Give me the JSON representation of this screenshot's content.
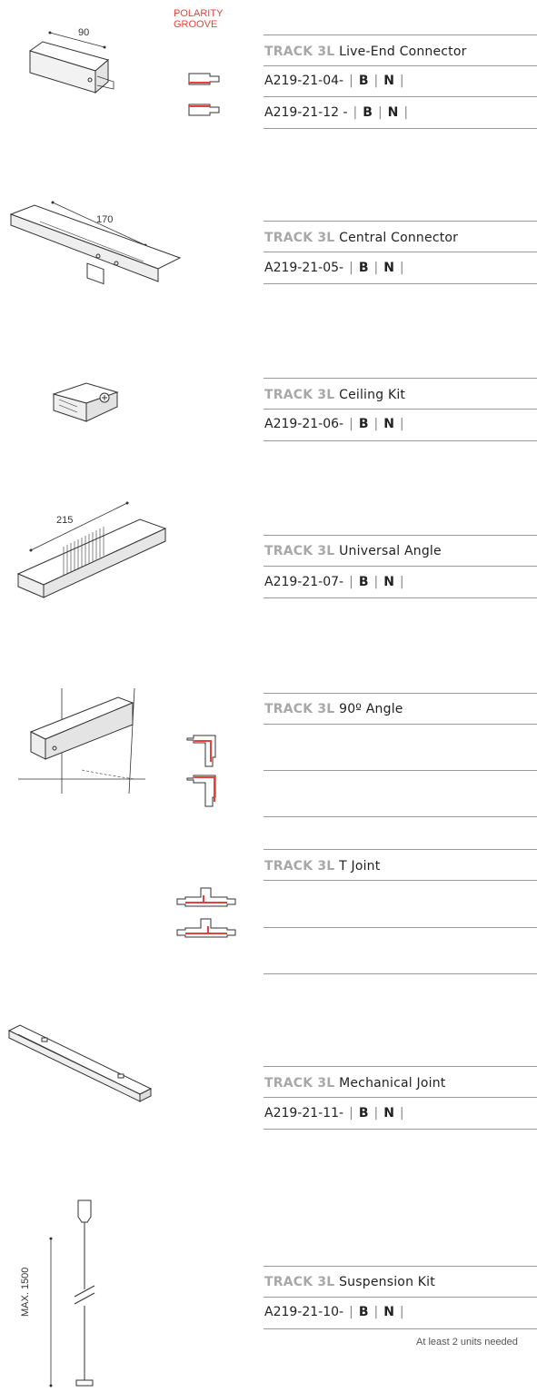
{
  "polarity": {
    "line1": "POLARITY",
    "line2": "GROOVE"
  },
  "dimensions": {
    "live_end": "90",
    "central": "170",
    "universal": "215",
    "suspension": "MAX. 1500"
  },
  "products": [
    {
      "brand": "TRACK 3L",
      "name": "Live-End Connector",
      "codes": [
        {
          "code": "A219-21-04-",
          "opt1": "B",
          "opt2": "N"
        },
        {
          "code": "A219-21-12 -",
          "opt1": "B",
          "opt2": "N"
        }
      ]
    },
    {
      "brand": "TRACK 3L",
      "name": "Central Connector",
      "codes": [
        {
          "code": "A219-21-05-",
          "opt1": "B",
          "opt2": "N"
        }
      ]
    },
    {
      "brand": "TRACK 3L",
      "name": "Ceiling Kit",
      "codes": [
        {
          "code": "A219-21-06-",
          "opt1": "B",
          "opt2": "N"
        }
      ]
    },
    {
      "brand": "TRACK 3L",
      "name": "Universal Angle",
      "codes": [
        {
          "code": "A219-21-07-",
          "opt1": "B",
          "opt2": "N"
        }
      ]
    },
    {
      "brand": "TRACK 3L",
      "name": "90º Angle",
      "codes": []
    },
    {
      "brand": "TRACK 3L",
      "name": "T Joint",
      "codes": []
    },
    {
      "brand": "TRACK 3L",
      "name": "Mechanical Joint",
      "codes": [
        {
          "code": "A219-21-11-",
          "opt1": "B",
          "opt2": "N"
        }
      ]
    },
    {
      "brand": "TRACK 3L",
      "name": "Suspension Kit",
      "codes": [
        {
          "code": "A219-21-10-",
          "opt1": "B",
          "opt2": "N"
        }
      ]
    }
  ],
  "note": "At least 2 units needed",
  "colors": {
    "brand_grey": "#a8a8a8",
    "polarity_red": "#e8413c",
    "rule_grey": "#9a9a9a"
  }
}
